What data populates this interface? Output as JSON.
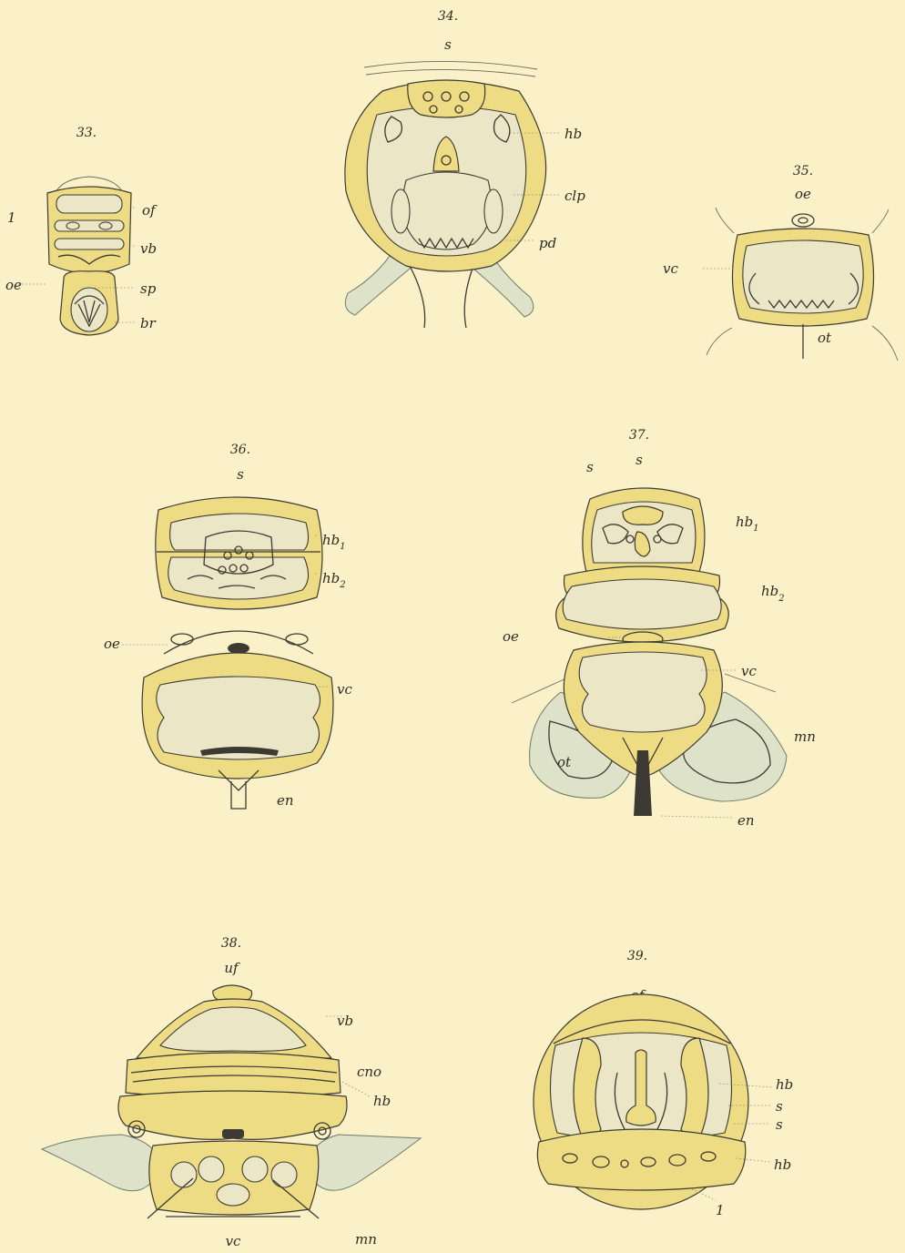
{
  "figures": [
    {
      "id": "33",
      "number": "33.",
      "labels": {
        "one": "1",
        "of": "of",
        "vb": "vb",
        "oe": "oe",
        "sp": "sp",
        "br": "br"
      }
    },
    {
      "id": "34",
      "number": "34.",
      "labels": {
        "s": "s",
        "hb": "hb",
        "clp": "clp",
        "pd": "pd"
      }
    },
    {
      "id": "35",
      "number": "35.",
      "labels": {
        "oe": "oe",
        "vc": "vc",
        "ot": "ot"
      }
    },
    {
      "id": "36",
      "number": "36.",
      "labels": {
        "s": "s",
        "hb1": "hb",
        "hb1_sub": "1",
        "hb2": "hb",
        "hb2_sub": "2",
        "oe": "oe",
        "vc": "vc",
        "en": "en"
      }
    },
    {
      "id": "37",
      "number": "37.",
      "labels": {
        "s_a": "s",
        "s_b": "s",
        "hb1": "hb",
        "hb1_sub": "1",
        "hb2": "hb",
        "hb2_sub": "2",
        "oe": "oe",
        "vc": "vc",
        "mn": "mn",
        "ot": "ot",
        "en": "en"
      }
    },
    {
      "id": "38",
      "number": "38.",
      "labels": {
        "uf": "uf",
        "vb": "vb",
        "cno": "cno",
        "hb": "hb",
        "vc": "vc",
        "mn": "mn"
      }
    },
    {
      "id": "39",
      "number": "39.",
      "labels": {
        "of": "of",
        "hb_top": "hb",
        "s_a": "s",
        "s_b": "s",
        "hb_bottom": "hb",
        "one": "1"
      }
    }
  ]
}
